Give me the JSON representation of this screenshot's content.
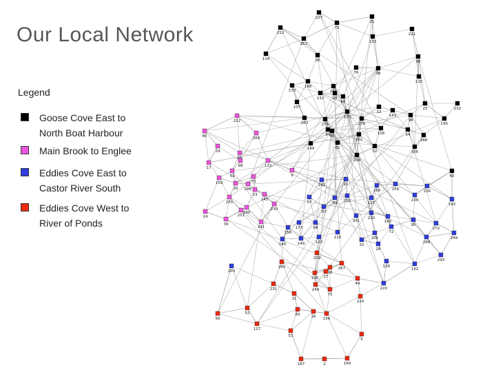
{
  "title": "Our Local Network",
  "legend": {
    "title": "Legend",
    "items": [
      {
        "color": "#000000",
        "line1": "Goose Cove East to",
        "line2": "North Boat Harbour"
      },
      {
        "color": "#ee55dd",
        "line1": "Main Brook to Englee",
        "line2": ""
      },
      {
        "color": "#2f3fdd",
        "line1": "Eddies Cove East to",
        "line2": "Castor River South"
      },
      {
        "color": "#ee2a10",
        "line1": "Eddies Cove West to",
        "line2": "River of Ponds"
      }
    ]
  },
  "network": {
    "groups": {
      "black": [
        "227",
        "73",
        "21",
        "212",
        "263",
        "133",
        "221",
        "114",
        "36",
        "99",
        "76",
        "38",
        "115",
        "188",
        "261",
        "170",
        "29",
        "107",
        "132",
        "66",
        "25",
        "232",
        "263b",
        "195",
        "275",
        "175",
        "278",
        "143",
        "98",
        "54",
        "118",
        "40",
        "102",
        "12",
        "288",
        "84",
        "62",
        "144",
        "209",
        "32",
        "306",
        "60"
      ],
      "pink": [
        "252",
        "66",
        "264",
        "29",
        "17",
        "46",
        "53",
        "172",
        "159",
        "99",
        "73",
        "9",
        "255",
        "245",
        "251",
        "288",
        "290",
        "230",
        "24",
        "39",
        "241",
        "26",
        "23"
      ],
      "blue": [
        "161",
        "10",
        "168",
        "259",
        "226",
        "57",
        "250",
        "117",
        "230",
        "193",
        "89",
        "97",
        "230b",
        "301",
        "156",
        "173",
        "84",
        "100",
        "95",
        "272",
        "249",
        "140",
        "149",
        "123",
        "116",
        "206",
        "72",
        "268",
        "32",
        "28",
        "126",
        "293",
        "203",
        "192",
        "220"
      ],
      "red": [
        "265",
        "267",
        "209",
        "100",
        "27",
        "44",
        "231",
        "11",
        "249",
        "75",
        "224",
        "56",
        "52",
        "83",
        "16",
        "156",
        "127",
        "53",
        "5",
        "187",
        "2",
        "169",
        "18"
      ]
    }
  }
}
